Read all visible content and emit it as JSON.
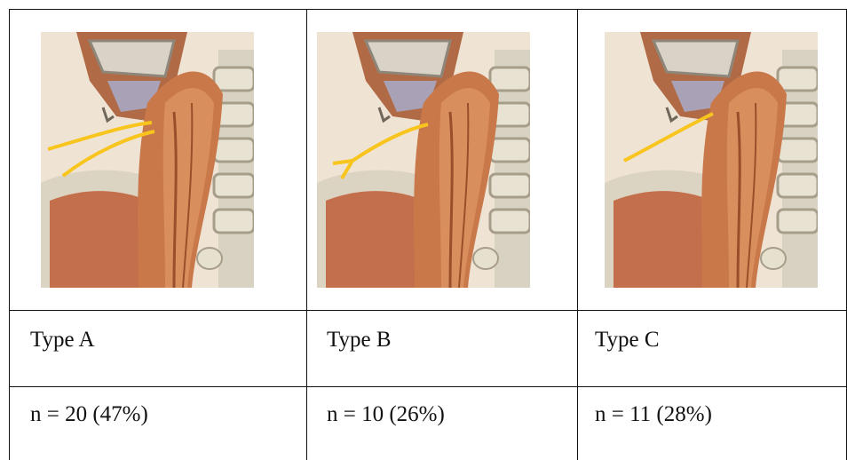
{
  "columns": [
    {
      "type_label": "Type A",
      "count_label": "n = 20 (47%)",
      "nerve_pattern": "two-branch"
    },
    {
      "type_label": "Type B",
      "count_label": "n = 10 (26%)",
      "nerve_pattern": "bifurcated"
    },
    {
      "type_label": "Type C",
      "count_label": "n = 11 (28%)",
      "nerve_pattern": "single"
    }
  ],
  "colors": {
    "nerve": "#f7c51d",
    "muscle": "#c9784a",
    "muscle_dark": "#9a4f2b",
    "bone": "#e2dccd",
    "bone_shadow": "#b8ae98",
    "border": "#111111"
  }
}
